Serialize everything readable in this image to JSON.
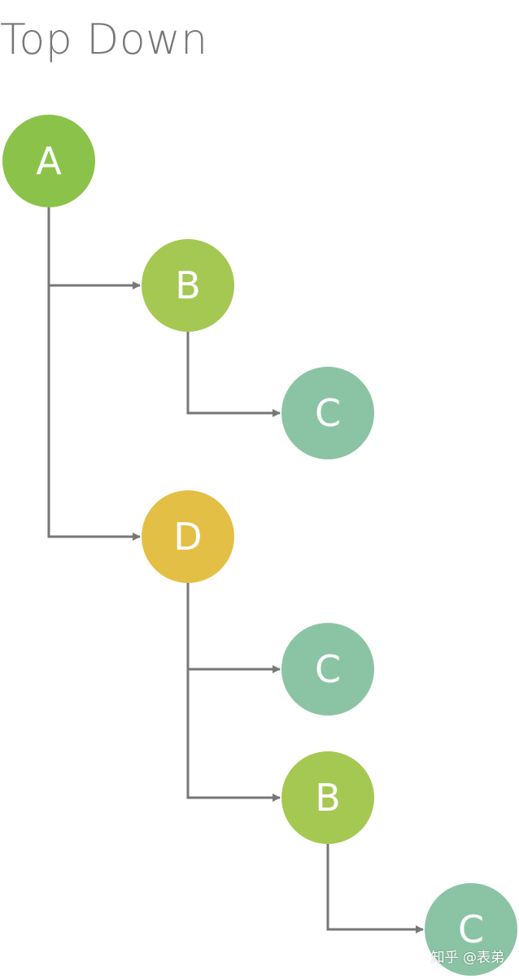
{
  "title": "Top Down",
  "watermark": "知乎 @表弟",
  "colors": {
    "connector": "#777777",
    "A": "#8bc34a",
    "B": "#a5c852",
    "C": "#8bc4a4",
    "D": "#e4bf45"
  },
  "nodes": [
    {
      "id": "n1",
      "label": "A",
      "color_key": "A"
    },
    {
      "id": "n2",
      "label": "B",
      "color_key": "B"
    },
    {
      "id": "n3",
      "label": "C",
      "color_key": "C"
    },
    {
      "id": "n4",
      "label": "D",
      "color_key": "D"
    },
    {
      "id": "n5",
      "label": "C",
      "color_key": "C"
    },
    {
      "id": "n6",
      "label": "B",
      "color_key": "B"
    },
    {
      "id": "n7",
      "label": "C",
      "color_key": "C"
    }
  ],
  "edges": [
    {
      "from": "n1",
      "to": "n2"
    },
    {
      "from": "n2",
      "to": "n3"
    },
    {
      "from": "n1",
      "to": "n4"
    },
    {
      "from": "n4",
      "to": "n5"
    },
    {
      "from": "n4",
      "to": "n6"
    },
    {
      "from": "n6",
      "to": "n7"
    }
  ]
}
